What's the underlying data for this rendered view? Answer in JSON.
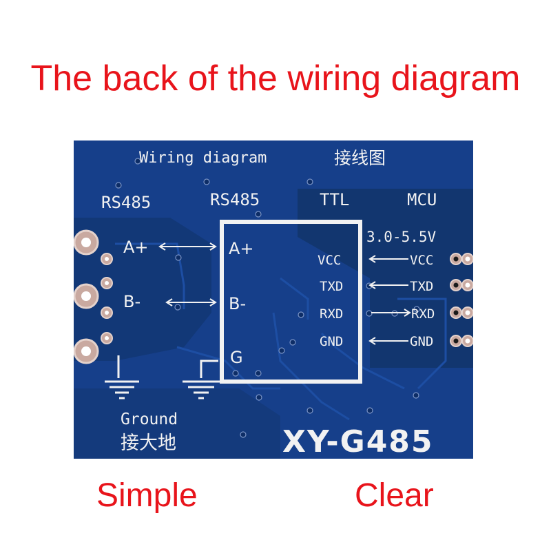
{
  "headline": "The back of the wiring diagram",
  "footer": {
    "left": "Simple",
    "right": "Clear"
  },
  "board": {
    "title_en": "Wiring diagram",
    "title_cn": "接线图",
    "col_rs485_left": "RS485",
    "col_rs485_right": "RS485",
    "col_ttl": "TTL",
    "col_mcu": "MCU",
    "voltage": "3.0-5.5V",
    "left_labels": {
      "a": "A+",
      "b": "B-"
    },
    "box_labels": {
      "a": "A+",
      "b": "B-",
      "g": "G"
    },
    "ttl_pins": [
      "VCC",
      "TXD",
      "RXD",
      "GND"
    ],
    "mcu_pins": [
      "VCC",
      "TXD",
      "RXD",
      "GND"
    ],
    "ground_en": "Ground",
    "ground_cn": "接大地",
    "model": "XY-G485",
    "colors": {
      "pcb": "#163f8a",
      "silkscreen": "#f2f2f2",
      "text_red": "#e8141b"
    }
  }
}
